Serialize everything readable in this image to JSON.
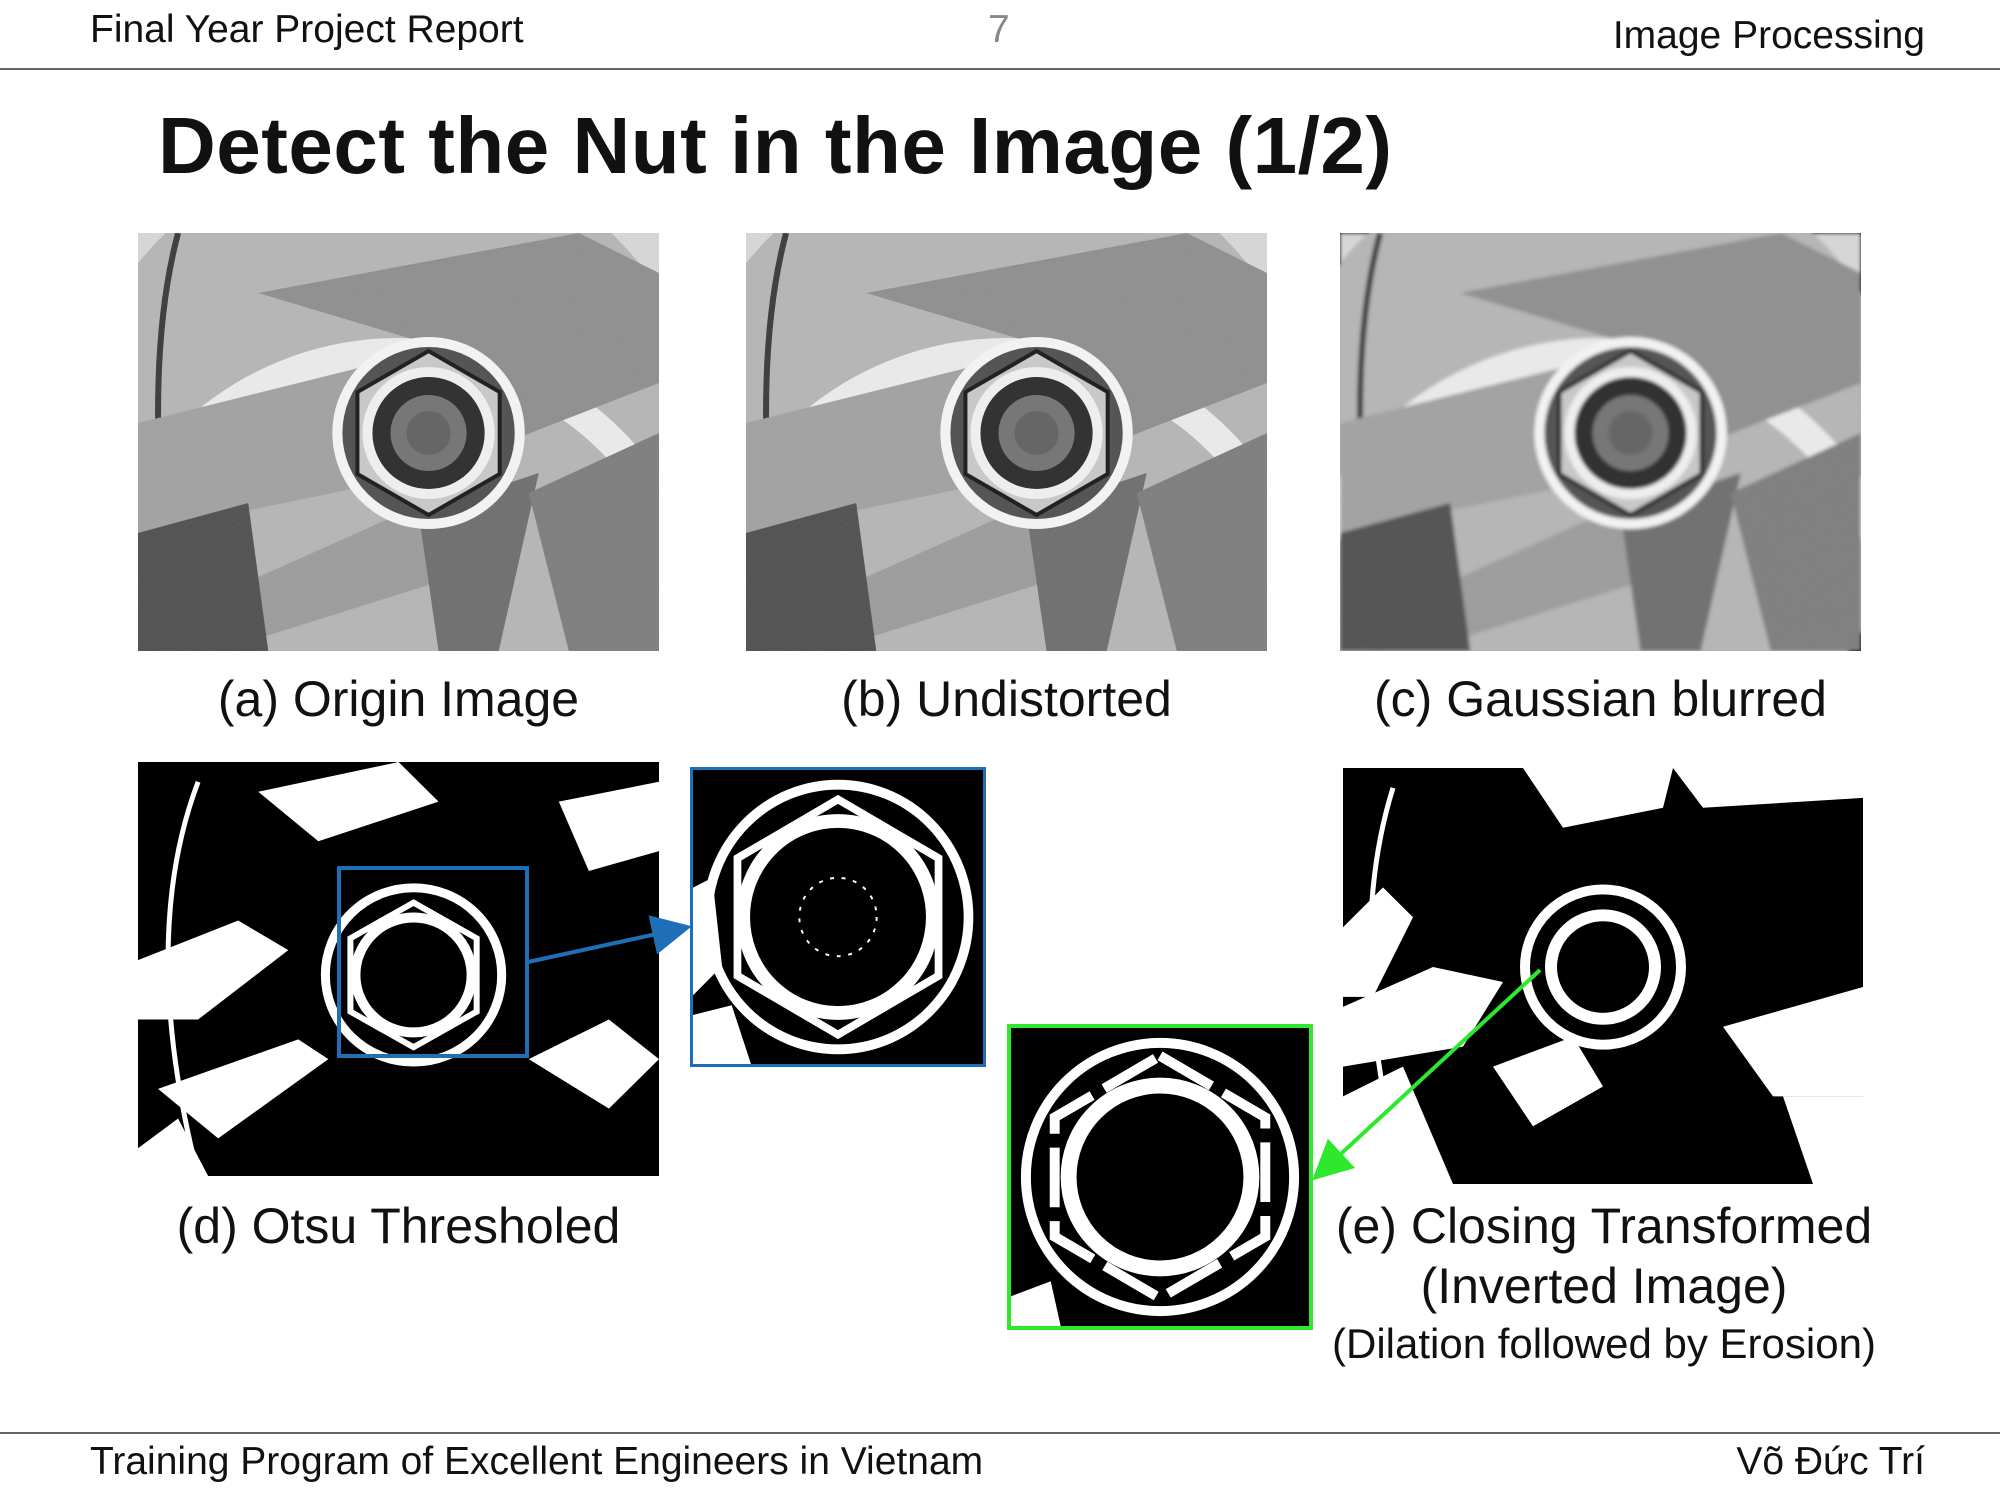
{
  "header": {
    "left": "Final Year Project Report",
    "page_number": "7",
    "right": "Image Processing"
  },
  "title": "Detect the Nut in the Image (1/2)",
  "captions": {
    "a": "(a) Origin Image",
    "b": "(b) Undistorted",
    "c": "(c) Gaussian blurred",
    "d": "(d) Otsu Thresholed",
    "e_line1": "(e) Closing Transformed",
    "e_line2": "(Inverted Image)",
    "e_line3": "(Dilation followed by Erosion)"
  },
  "footer": {
    "left": "Training Program of Excellent Engineers in Vietnam",
    "right": "Võ Đức Trí"
  },
  "colors": {
    "zoom_box_blue": "#1f6fb8",
    "zoom_box_green": "#2ee82e"
  }
}
